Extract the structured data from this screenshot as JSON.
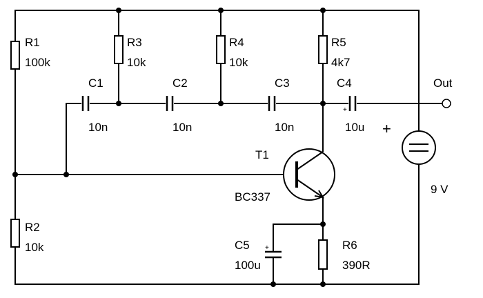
{
  "components": {
    "R1": {
      "name": "R1",
      "value": "100k"
    },
    "R2": {
      "name": "R2",
      "value": "10k"
    },
    "R3": {
      "name": "R3",
      "value": "10k"
    },
    "R4": {
      "name": "R4",
      "value": "10k"
    },
    "R5": {
      "name": "R5",
      "value": "4k7"
    },
    "R6": {
      "name": "R6",
      "value": "390R"
    },
    "C1": {
      "name": "C1",
      "value": "10n"
    },
    "C2": {
      "name": "C2",
      "value": "10n"
    },
    "C3": {
      "name": "C3",
      "value": "10n"
    },
    "C4": {
      "name": "C4",
      "value": "10u",
      "polarity": "+"
    },
    "C5": {
      "name": "C5",
      "value": "100u",
      "polarity": "+"
    },
    "T1": {
      "name": "T1",
      "value": "BC337"
    },
    "battery": {
      "value": "9 V",
      "polarity": "+"
    }
  },
  "output": {
    "label": "Out"
  }
}
